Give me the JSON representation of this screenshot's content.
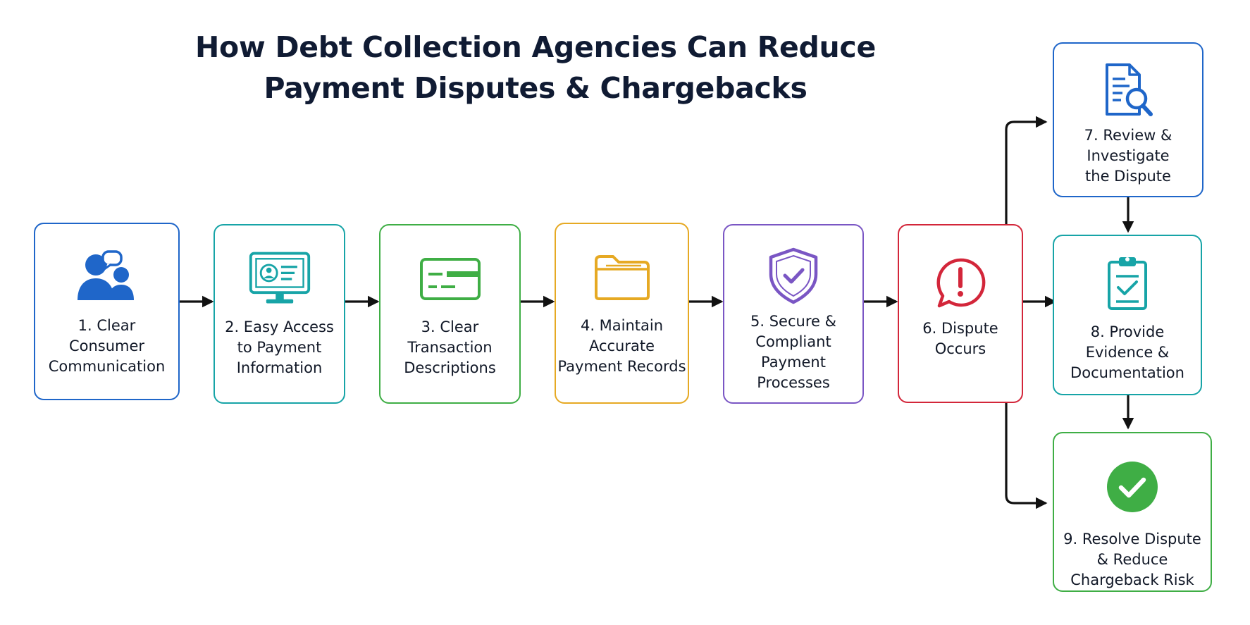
{
  "title": {
    "line1": "How Debt Collection Agencies Can Reduce",
    "line2": "Payment Disputes & Chargebacks"
  },
  "colors": {
    "blue": "#1f66c9",
    "teal": "#17a4a7",
    "green": "#3fae45",
    "amber": "#e6a923",
    "purple": "#7a56c4",
    "red": "#d3263a",
    "arrow": "#111111"
  },
  "steps": [
    {
      "id": 1,
      "icon": "consumer-communication-icon",
      "label_lines": [
        "1. Clear",
        "Consumer",
        "Communication"
      ]
    },
    {
      "id": 2,
      "icon": "monitor-profile-icon",
      "label_lines": [
        "2. Easy Access",
        "to Payment",
        "Information"
      ]
    },
    {
      "id": 3,
      "icon": "credit-card-icon",
      "label_lines": [
        "3. Clear",
        "Transaction",
        "Descriptions"
      ]
    },
    {
      "id": 4,
      "icon": "folder-icon",
      "label_lines": [
        "4. Maintain",
        "Accurate",
        "Payment Records"
      ]
    },
    {
      "id": 5,
      "icon": "shield-check-icon",
      "label_lines": [
        "5. Secure &",
        "Compliant",
        "Payment",
        "Processes"
      ]
    },
    {
      "id": 6,
      "icon": "alert-speech-icon",
      "label_lines": [
        "6. Dispute",
        "Occurs"
      ]
    },
    {
      "id": 7,
      "icon": "document-search-icon",
      "label_lines": [
        "7. Review &",
        "Investigate",
        "the Dispute"
      ]
    },
    {
      "id": 8,
      "icon": "clipboard-check-icon",
      "label_lines": [
        "8. Provide",
        "Evidence &",
        "Documentation"
      ]
    },
    {
      "id": 9,
      "icon": "check-circle-icon",
      "label_lines": [
        "9. Resolve Dispute",
        "& Reduce",
        "Chargeback Risk"
      ]
    }
  ]
}
